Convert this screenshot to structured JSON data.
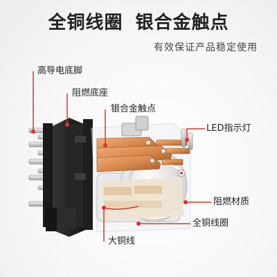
{
  "header": {
    "title_part1": "全铜线圈",
    "title_part2": "银合金触点",
    "subtitle": "有效保证产品稳定使用"
  },
  "callouts": {
    "pins": "高导电底脚",
    "base": "阻燃底座",
    "contacts": "银合金触点",
    "led": "LED指示灯",
    "material": "阻燃材质",
    "coil": "全铜线圈",
    "wire": "大铜线"
  },
  "colors": {
    "accent_red": "#d9362b",
    "copper": "#d98a4e",
    "housing": "#1c1c1c"
  }
}
